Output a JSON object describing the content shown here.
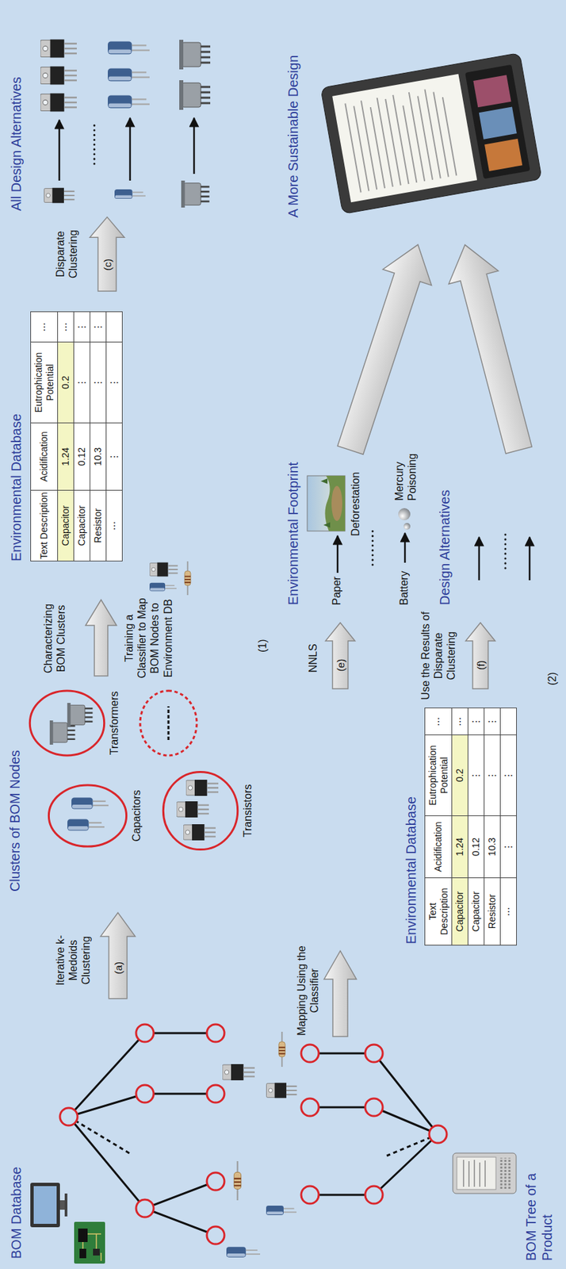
{
  "diagram": {
    "nodes": [
      {
        "text": [
          "(a)"
        ]
      },
      {
        "text": [
          "Capacitors"
        ]
      },
      {
        "text": [
          "Transformers"
        ]
      },
      {
        "text": [
          "Transistors"
        ]
      },
      {
        "text": [
          "(c)"
        ]
      },
      {
        "text": [
          "(e)"
        ]
      },
      {
        "text": [
          "(f)"
        ]
      }
    ],
    "labels": [
      "BOM Database",
      "Iterative k-Medoids Clustering",
      "Clusters of BOM Nodes",
      "Characterizing BOM Clusters",
      "Training a Classifier to Map BOM Nodes to Environment DB",
      "Environmental Database",
      "Text Description",
      "Acidification",
      "Eutrophication Potential",
      "⋯",
      "Capacitor",
      "1.24",
      "0.2",
      "⋯",
      "Capacitor",
      "0.12",
      "⋮",
      "⋮",
      "Resistor",
      "10.3",
      "⋮",
      "⋮",
      "⋯",
      "⋮",
      "⋮",
      "⋮",
      "Transistor",
      "⋮",
      "⋮",
      "Disparate Clustering",
      "All Design Alternatives",
      "(1)",
      "BOM Tree of a Product",
      "Mapping Using the Classifier",
      "Environmental Database",
      "Text Description",
      "Acidification",
      "Eutrophication Potential",
      "⋯",
      "Capacitor",
      "1.24",
      "0.2",
      "⋯",
      "Capacitor",
      "0.12",
      "⋮",
      "⋮",
      "Resistor",
      "10.3",
      "⋮",
      "⋮",
      "⋯",
      "⋮",
      "⋮",
      "⋮",
      "Transistor",
      "⋮",
      "⋮",
      "NNLS",
      "Use the Results of Disparate Clustering",
      "Environmental Footprint",
      "Paper",
      "Deforestation",
      "Battery",
      "Mercury Poisoning",
      "Design Alternatives",
      "A More Sustainable Design",
      "(2)"
    ]
  }
}
